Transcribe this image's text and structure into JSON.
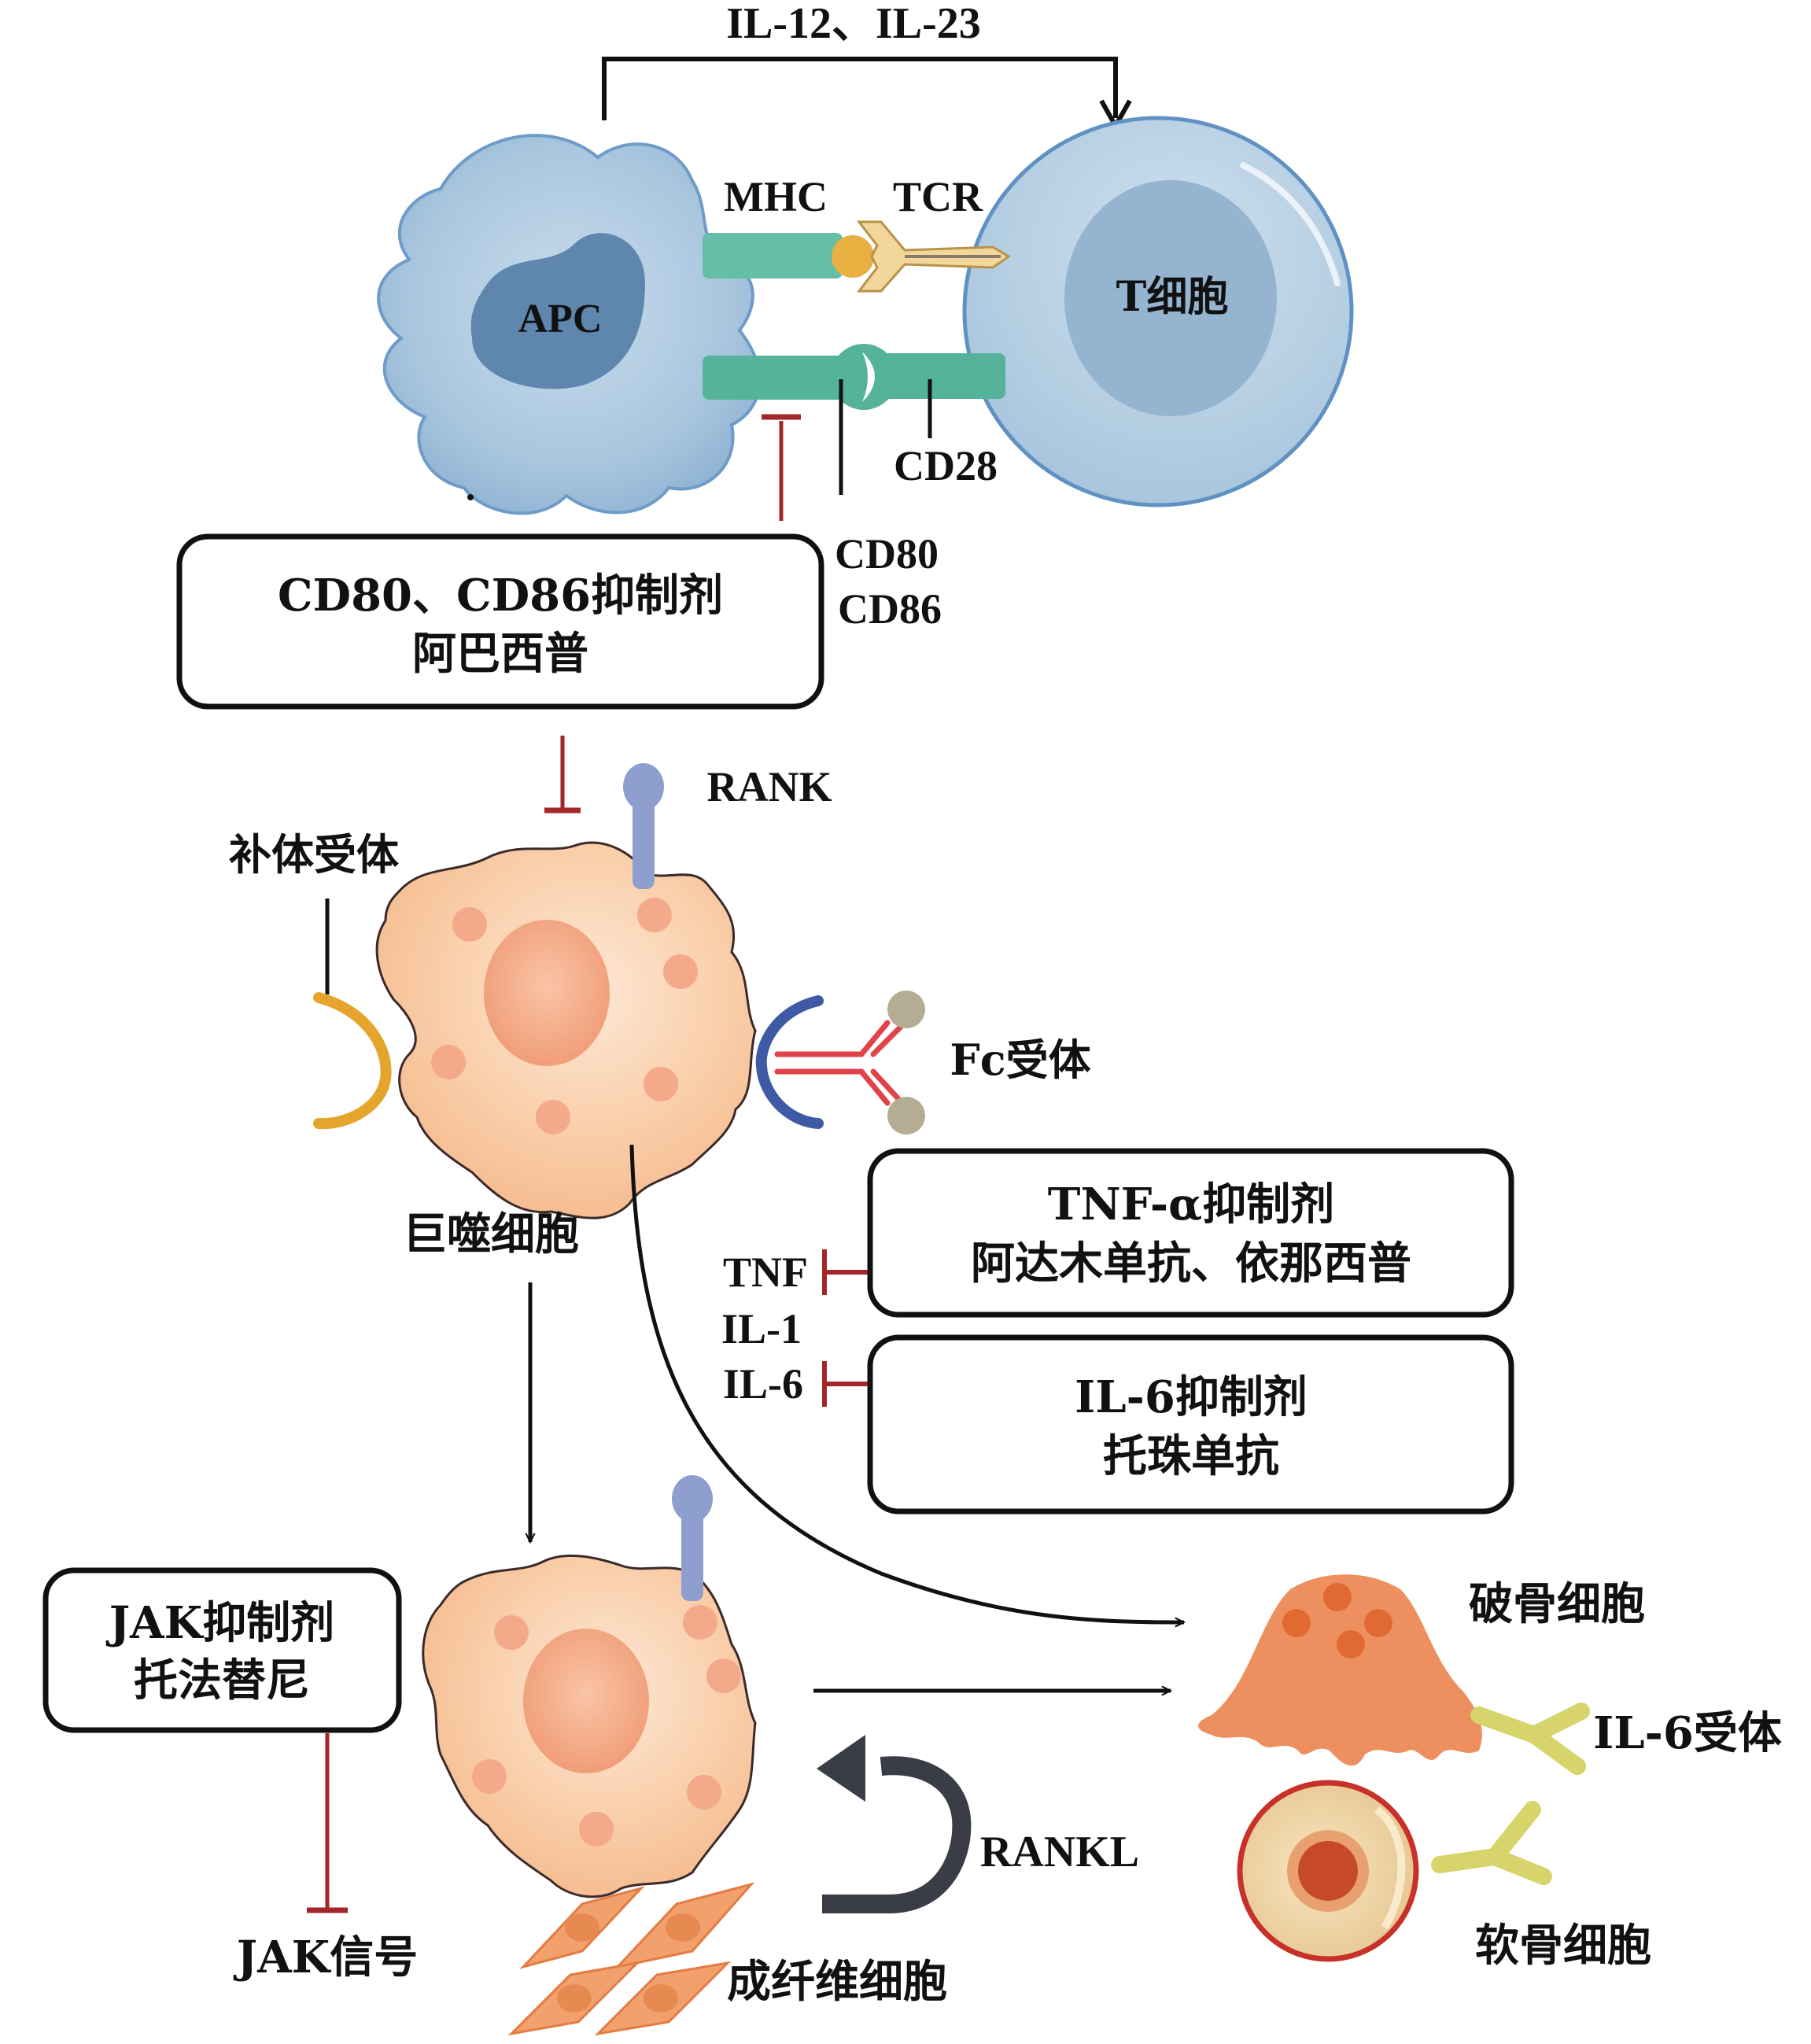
{
  "title": "IL-12、IL-23",
  "cells": {
    "apc": "APC",
    "t_cell": "T细胞",
    "macrophage": "巨噬细胞",
    "osteoclast": "破骨细胞",
    "chondrocyte": "软骨细胞",
    "fibroblast": "成纤维细胞"
  },
  "molecules": {
    "mhc": "MHC",
    "tcr": "TCR",
    "cd28": "CD28",
    "cd80": "CD80",
    "cd86": "CD86",
    "rank": "RANK",
    "rankl": "RANKL",
    "complement_receptor": "补体受体",
    "fc_receptor": "Fc受体",
    "il6_receptor": "IL-6受体",
    "jak_signal": "JAK信号"
  },
  "cytokines": [
    "TNF",
    "IL-1",
    "IL-6"
  ],
  "drug_boxes": {
    "cd80_cd86": {
      "line1": "CD80、CD86抑制剂",
      "line2": "阿巴西普"
    },
    "tnf": {
      "line1": "TNF-α抑制剂",
      "line2": "阿达木单抗、依那西普"
    },
    "il6": {
      "line1": "IL-6抑制剂",
      "line2": "托珠单抗"
    },
    "jak": {
      "line1": "JAK抑制剂",
      "line2": "托法替尼"
    }
  },
  "colors": {
    "apc_body": "#a9c9e0",
    "apc_nucleus": "#5f86ad",
    "t_cell_body": "#b4cfe3",
    "t_cell_nucleus": "#8fb0cc",
    "receptor_teal": "#5cb8a0",
    "antigen_yellow": "#e8b040",
    "macrophage_body": "#f8c9a0",
    "macrophage_nucleus": "#f3a27e",
    "osteoclast": "#ee8f5f",
    "inhibit_red": "#a3262a",
    "rank_blue": "#8e9fcf",
    "fc_blue": "#3e5aa5",
    "complement_orange": "#e5a52c",
    "il6r_yellow": "#d6d46a"
  }
}
